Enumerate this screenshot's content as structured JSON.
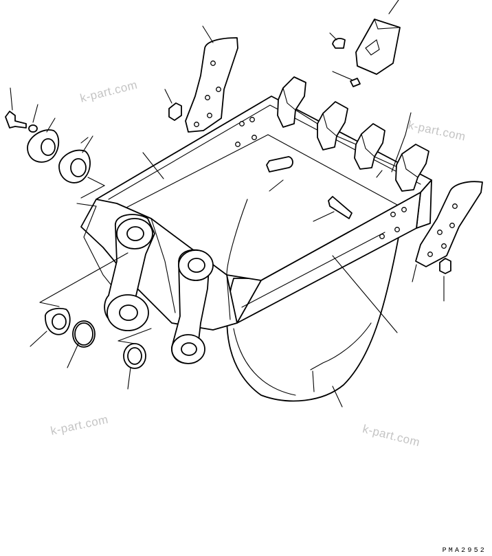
{
  "watermarks": [
    "k-part.com",
    "k-part.com",
    "k-part.com",
    "k-part.com"
  ],
  "drawing_code": "PMA2952"
}
